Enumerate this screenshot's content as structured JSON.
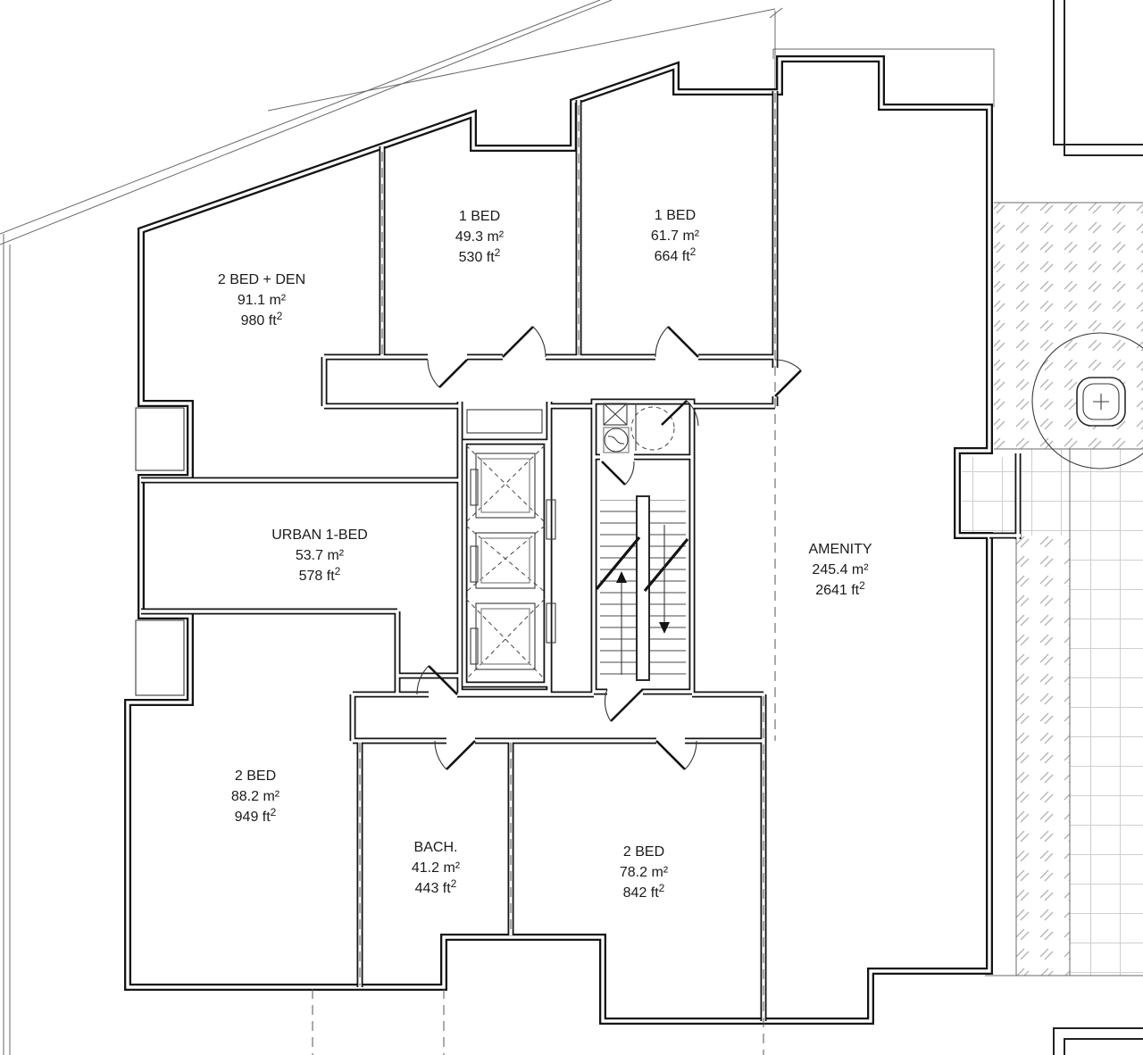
{
  "plan": {
    "sup2": "2",
    "units": [
      {
        "name": "2 BED + DEN",
        "area_m2": "91.1 m²",
        "area_ft": "980 ft"
      },
      {
        "name": "1 BED",
        "area_m2": "49.3 m²",
        "area_ft": "530 ft"
      },
      {
        "name": "1 BED",
        "area_m2": "61.7 m²",
        "area_ft": "664 ft"
      },
      {
        "name": "URBAN 1-BED",
        "area_m2": "53.7 m²",
        "area_ft": "578 ft"
      },
      {
        "name": "AMENITY",
        "area_m2": "245.4 m²",
        "area_ft": "2641 ft"
      },
      {
        "name": "2 BED",
        "area_m2": "88.2 m²",
        "area_ft": "949 ft"
      },
      {
        "name": "BACH.",
        "area_m2": "41.2 m²",
        "area_ft": "443 ft"
      },
      {
        "name": "2 BED",
        "area_m2": "78.2 m²",
        "area_ft": "842 ft"
      }
    ],
    "colors": {
      "line": "#141414",
      "hatch": "#b3b3b3",
      "tile": "#cfcfcf",
      "background": "#ffffff"
    }
  }
}
